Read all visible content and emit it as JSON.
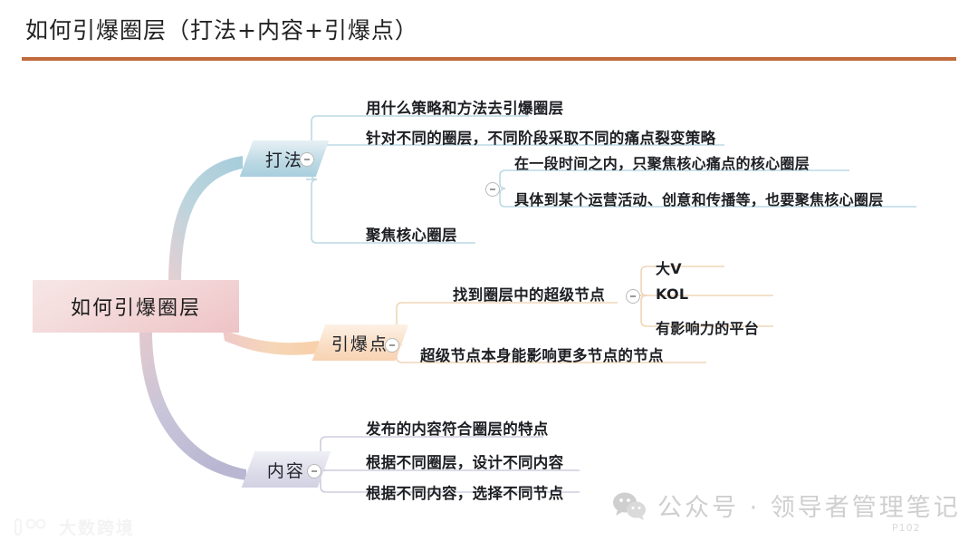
{
  "slide": {
    "title": "如何引爆圈层（打法+内容+引爆点）",
    "accent_color": "#C06A3C",
    "background_color": "#FFFFFF",
    "page_number": "P102"
  },
  "mindmap": {
    "root": {
      "label": "如何引爆圈层",
      "color": "#EEC3C6"
    },
    "branches": [
      {
        "label": "打法",
        "color": "#A9CEDD",
        "toggle": "collapse-toggle",
        "children": [
          {
            "label": "用什么策略和方法去引爆圈层"
          },
          {
            "label": "针对不同的圈层，不同阶段采取不同的痛点裂变策略"
          },
          {
            "label": "聚焦核心圈层",
            "toggle": "collapse-toggle",
            "children": [
              {
                "label": "在一段时间之内，只聚焦核心痛点的核心圈层"
              },
              {
                "label": "具体到某个运营活动、创意和传播等，也要聚焦核心圈层"
              }
            ]
          }
        ]
      },
      {
        "label": "引爆点",
        "color": "#F7D3B2",
        "toggle": "collapse-toggle",
        "children": [
          {
            "label": "找到圈层中的超级节点",
            "toggle": "collapse-toggle",
            "children": [
              {
                "label": "大V"
              },
              {
                "label": "KOL"
              },
              {
                "label": "有影响力的平台"
              }
            ]
          },
          {
            "label": "超级节点本身能影响更多节点的节点"
          }
        ]
      },
      {
        "label": "内容",
        "color": "#D2D1E3",
        "toggle": "collapse-toggle",
        "children": [
          {
            "label": "发布的内容符合圈层的特点"
          },
          {
            "label": "根据不同圈层，设计不同内容"
          },
          {
            "label": "根据不同内容，选择不同节点"
          }
        ]
      }
    ]
  },
  "watermarks": {
    "wechat_label": "公众号 · 领导者管理笔记",
    "wechat_icon": "wechat-icon",
    "brand_label": "大数跨境",
    "brand_icon": "brand-logo-icon"
  }
}
